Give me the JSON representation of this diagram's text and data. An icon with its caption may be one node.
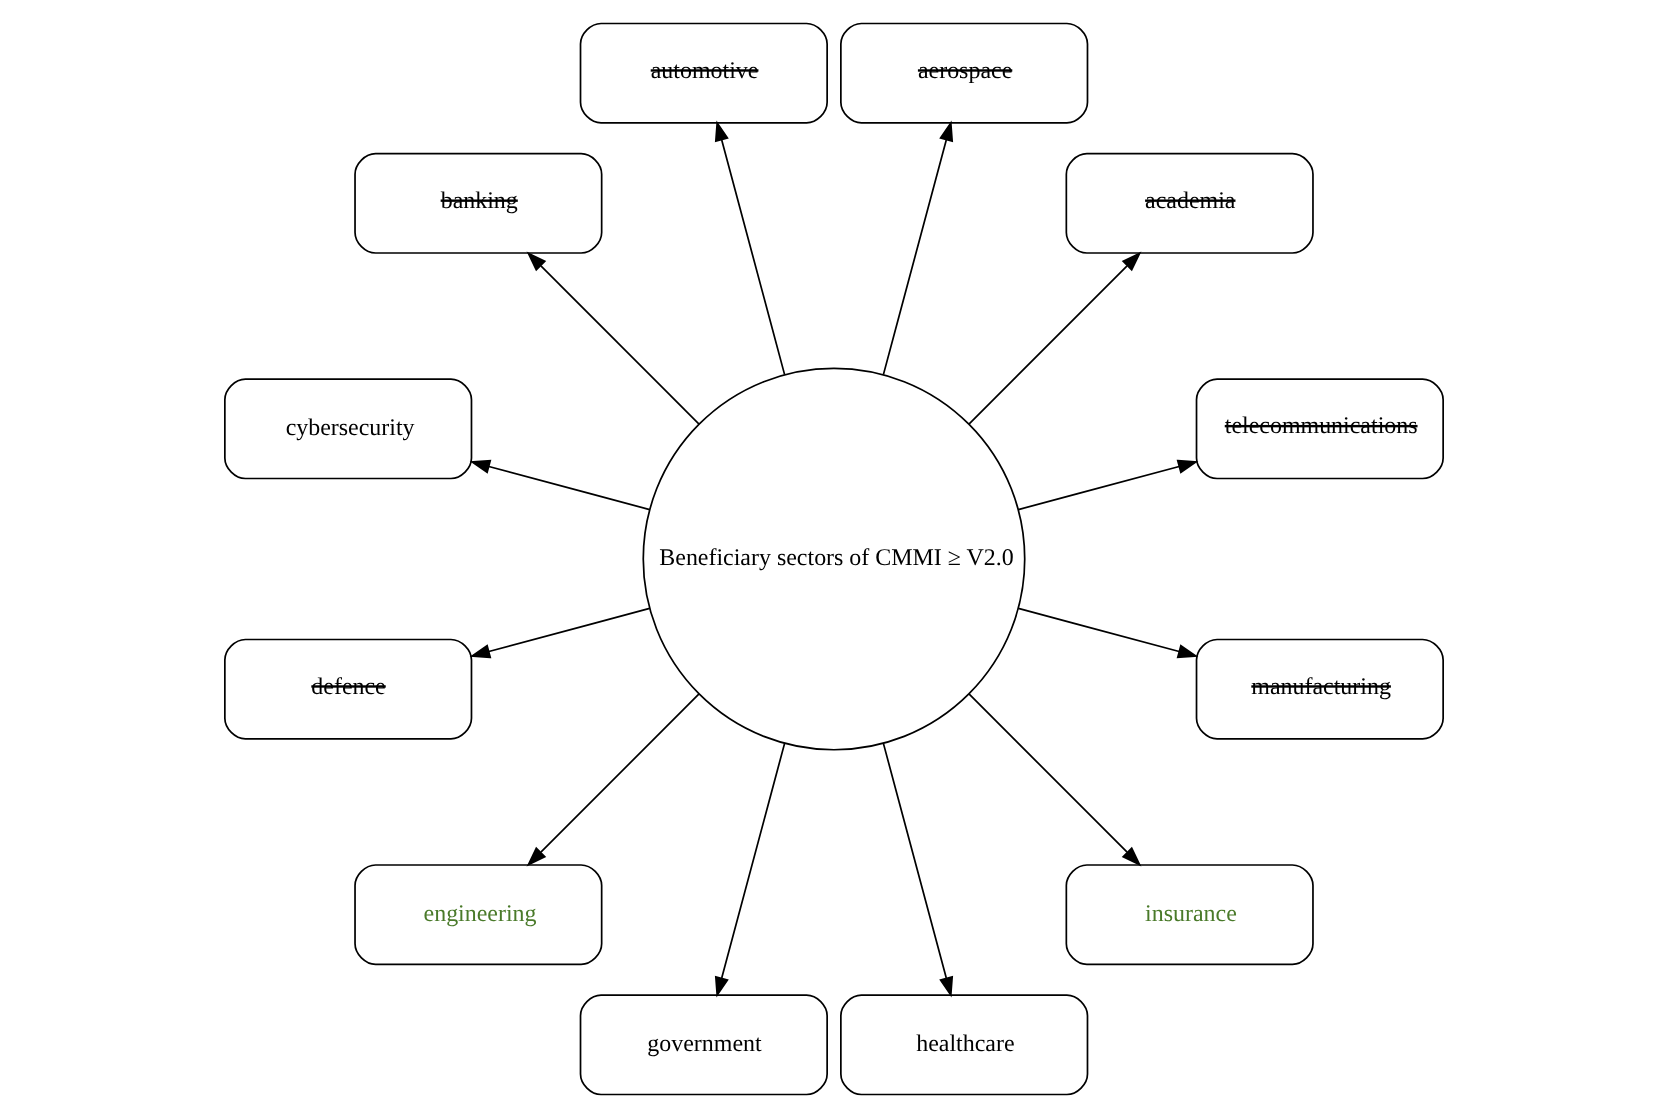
{
  "diagram": {
    "nodes": [
      {
        "text": [
          "Beneficiary sectors of CMMI ≥ V2.0"
        ]
      },
      {
        "text": [
          "telecommunications"
        ]
      },
      {
        "text": [
          "academia"
        ]
      },
      {
        "text": [
          "manufacturing"
        ]
      },
      {
        "text": [
          "aerospace"
        ]
      },
      {
        "text": [
          "insurance"
        ]
      },
      {
        "text": [
          "automotive"
        ]
      },
      {
        "text": [
          "healthcare"
        ]
      },
      {
        "text": [
          "banking"
        ]
      },
      {
        "text": [
          "government"
        ]
      },
      {
        "text": [
          "cybersecurity"
        ]
      },
      {
        "text": [
          "engineering"
        ]
      },
      {
        "text": [
          "defence"
        ]
      }
    ],
    "edges": [
      {
        "from": 0,
        "to": 1,
        "arrow": "to"
      },
      {
        "from": 0,
        "to": 2,
        "arrow": "to"
      },
      {
        "from": 0,
        "to": 3,
        "arrow": "to"
      },
      {
        "from": 0,
        "to": 4,
        "arrow": "to"
      },
      {
        "from": 0,
        "to": 5,
        "arrow": "to"
      },
      {
        "from": 0,
        "to": 6,
        "arrow": "to"
      },
      {
        "from": 0,
        "to": 7,
        "arrow": "to"
      },
      {
        "from": 0,
        "to": 8,
        "arrow": "to"
      },
      {
        "from": 0,
        "to": 9,
        "arrow": "to"
      },
      {
        "from": 0,
        "to": 10,
        "arrow": "to"
      },
      {
        "from": 0,
        "to": 11,
        "arrow": "to"
      },
      {
        "from": 0,
        "to": 12,
        "arrow": "to"
      }
    ]
  }
}
